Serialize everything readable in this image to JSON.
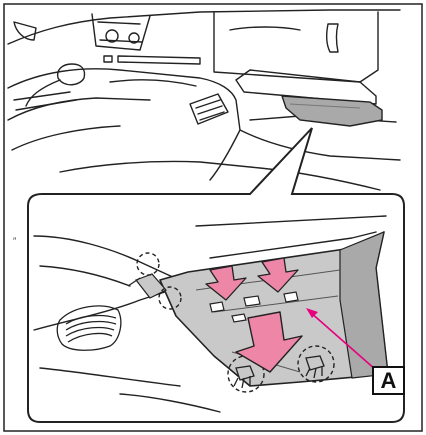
{
  "callout": {
    "label": "A"
  },
  "side_mark": "″",
  "colors": {
    "line": "#222222",
    "panel_gray": "#c9c9c9",
    "panel_dark": "#a9a9a9",
    "arrow_pink": "#ee86a8",
    "leader_magenta": "#e6007e"
  },
  "arrows": {
    "small_push_arrows": 2,
    "large_pull_arrow": 1
  },
  "clip_markers": {
    "count": 4,
    "style": "dashed-circle"
  }
}
